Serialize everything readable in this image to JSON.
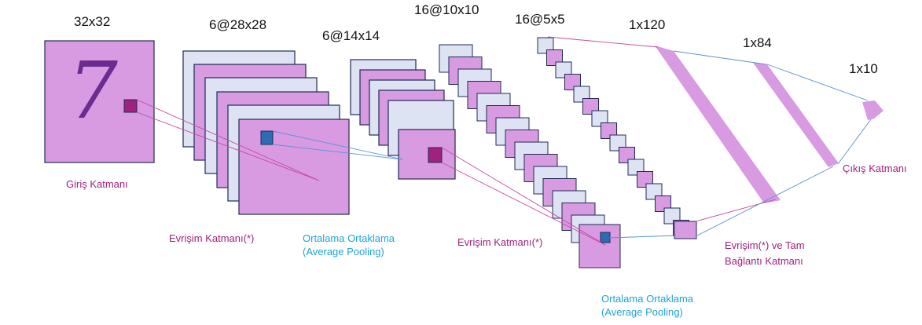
{
  "dims": {
    "input": "32x32",
    "conv1": "6@28x28",
    "pool1": "6@14x14",
    "conv2": "16@10x10",
    "pool2": "16@5x5",
    "fc1": "1x120",
    "fc2": "1x84",
    "out": "1x10"
  },
  "labels": {
    "input_layer": "Giriş Katmanı",
    "conv1_layer": "Evrişim Katmanı(*)",
    "pool1_line1": "Ortalama Ortaklama",
    "pool1_line2": "(Average Pooling)",
    "conv2_layer": "Evrişim Katmanı(*)",
    "pool2_line1": "Ortalama Ortaklama",
    "pool2_line2": "(Average Pooling)",
    "fc_line1": "Evrişim(*) ve Tam",
    "fc_line2": "Bağlantı Katmanı",
    "output_layer": "Çıkış Katmanı"
  },
  "input_digit": "7",
  "colors": {
    "map_fill": "#d89be2",
    "map_alt_fill": "#dde3f3",
    "map_stroke": "#1f2b55",
    "kernel_magenta": "#a0217e",
    "kernel_blue": "#2b6cb3",
    "line_magenta": "#c64aa3",
    "line_blue": "#5b8fd6",
    "label_pink": "#a0217e",
    "label_cyan": "#1fa3d8",
    "digit_color": "#6b2c91"
  }
}
